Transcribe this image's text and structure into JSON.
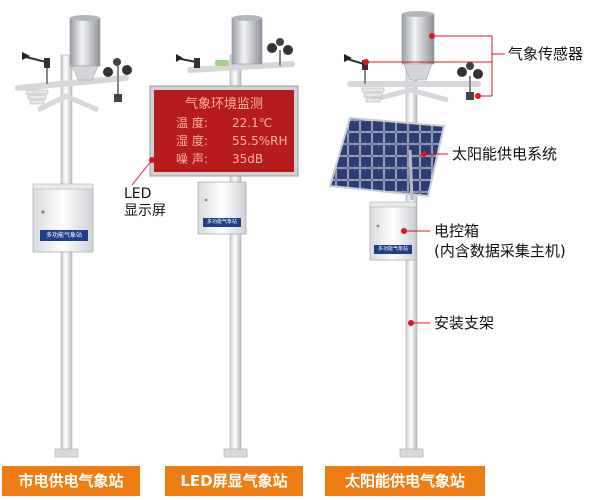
{
  "led_screen": {
    "title": "气象环境监测",
    "rows": [
      {
        "label": "温  度:",
        "value": "22.1℃"
      },
      {
        "label": "湿  度:",
        "value": "55.5%RH"
      },
      {
        "label": "噪  声:",
        "value": "35dB"
      }
    ]
  },
  "box_labels": {
    "station1": "多功能气象站",
    "station2": "多功能气象站",
    "station3": "多功能气象站"
  },
  "led_callout": {
    "line1": "LED",
    "line2": "显示屏"
  },
  "callouts": {
    "sensor": "气象传感器",
    "solar": "太阳能供电系统",
    "control_box_line1": "电控箱",
    "control_box_line2": "(内含数据采集主机)",
    "mount": "安装支架"
  },
  "captions": {
    "mains": "市电供电气象站",
    "led": "LED屏显气象站",
    "solar": "太阳能供电气象站"
  },
  "colors": {
    "caption_bg": "#f07d14",
    "caption_text": "#ffffff",
    "led_panel": "#b71c1c",
    "led_text": "#ffb3a8",
    "callout_dot": "#e0141e",
    "callout_line": "#e0141e"
  }
}
